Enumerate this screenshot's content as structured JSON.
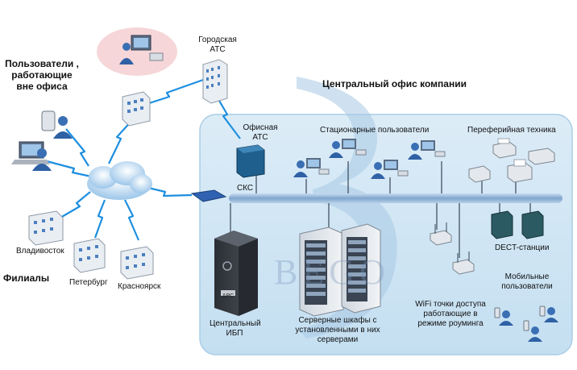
{
  "labels": {
    "remote_users": "Пользователи , работающие вне офиса",
    "city_pbx": "Городская АТС",
    "central_office": "Центральный офис компании",
    "office_pbx": "Офисная АТС",
    "sks": "СКС",
    "stationary_users": "Стационарные пользователи",
    "peripherals": "Переферийная техника",
    "dect": "DECT-станции",
    "mobile_users": "Мобильные пользователи",
    "wifi": "WiFi точки доступа работающие в режиме роуминга",
    "server_racks": "Серверные шкафы с установленными в них серверами",
    "ups": "Центральный ИБП",
    "vladivostok": "Владивосток",
    "petersburg": "Петербург",
    "krasnoyarsk": "Красноярск",
    "branches": "Филиалы",
    "ups_brand": "APC",
    "watermark": "BEGO"
  },
  "colors": {
    "office_bg": "#cfe5f3",
    "office_border": "#a9cde6",
    "bus": "#8fb2d6",
    "link": "#1e8fe0",
    "pink_bubble": "#f6d6d8"
  }
}
